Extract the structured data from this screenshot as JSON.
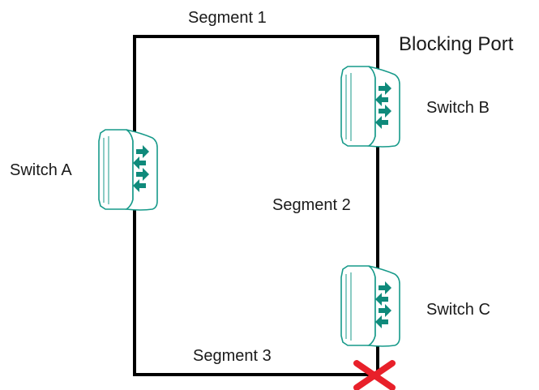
{
  "segments": {
    "segment_1": "Segment 1",
    "segment_2": "Segment 2",
    "segment_3": "Segment 3"
  },
  "switches": {
    "a": {
      "label": "Switch A",
      "icon": "network-switch-icon"
    },
    "b": {
      "label": "Switch B",
      "icon": "network-switch-icon"
    },
    "c": {
      "label": "Switch C",
      "icon": "network-switch-icon"
    }
  },
  "blocking_port": {
    "label": "Blocking Port",
    "icon": "blocked-x-icon",
    "color": "#e8202a"
  },
  "colors": {
    "link": "#000000",
    "switch_outline": "#179a8a",
    "switch_arrows": "#0f8a7b",
    "switch_face": "#ffffff"
  }
}
